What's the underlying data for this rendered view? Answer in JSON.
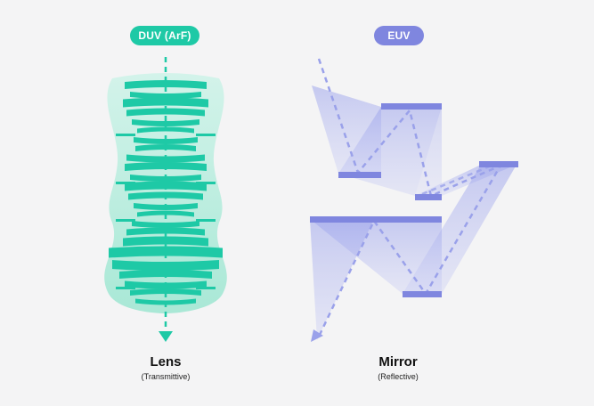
{
  "left_panel": {
    "badge_label": "DUV (ArF)",
    "title": "Lens",
    "subtitle": "(Transmittive)"
  },
  "right_panel": {
    "badge_label": "EUV",
    "title": "Mirror",
    "subtitle": "(Reflective)"
  },
  "colors": {
    "background": "#f4f4f5",
    "duv_accent": "#1ec9a6",
    "duv_glow": "#bdeee0",
    "euv_accent": "#7f86df",
    "euv_beam": "#aab0ee"
  }
}
